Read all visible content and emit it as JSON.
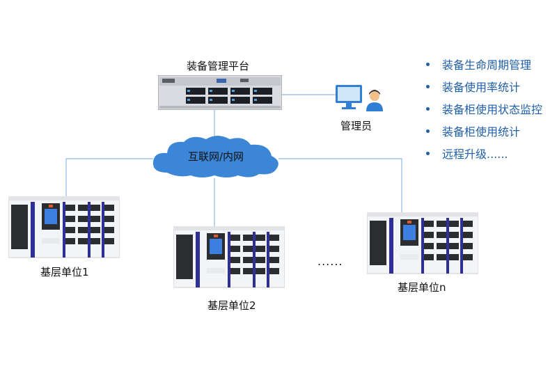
{
  "platform_label": "装备管理平台",
  "admin_label": "管理员",
  "network_label": "互联网/内网",
  "features": [
    "装备生命周期管理",
    "装备使用率统计",
    "装备柜使用状态监控",
    "装备柜使用统计",
    "远程升级......"
  ],
  "units": [
    "基层单位1",
    "基层单位2",
    "基层单位n"
  ],
  "ellipsis": "......",
  "colors": {
    "accent": "#1f5fa8",
    "cloud": "#3b86d6",
    "line": "#8fb8e6",
    "cabinet_stripe": "#2f2f9a"
  }
}
